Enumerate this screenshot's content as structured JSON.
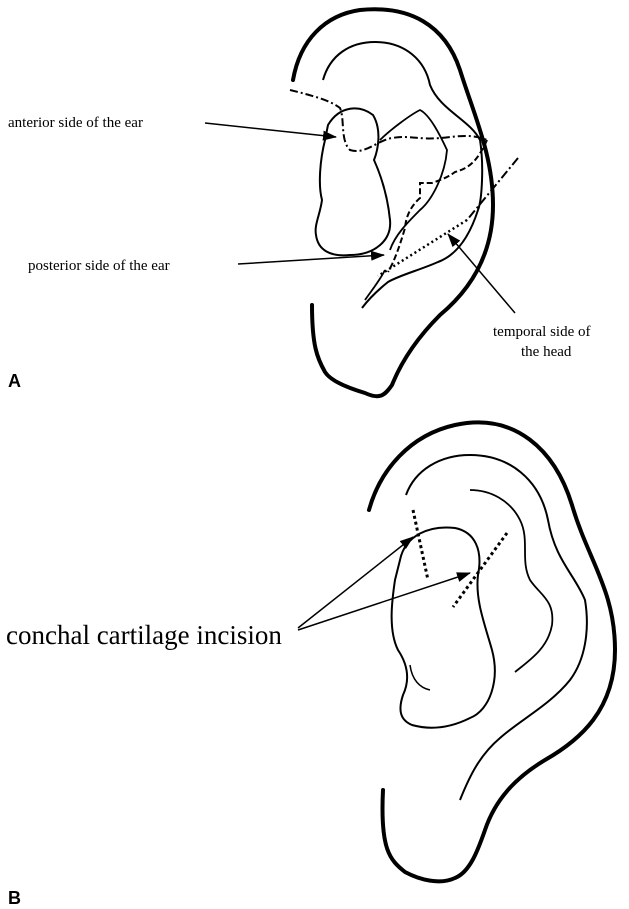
{
  "panel_a": {
    "letter": "A",
    "labels": {
      "anterior": "anterior side of the ear",
      "posterior": "posterior side of the ear",
      "temporal_line1": "temporal side of",
      "temporal_line2": "the head"
    }
  },
  "panel_b": {
    "letter": "B",
    "labels": {
      "incision": "conchal cartilage incision"
    }
  },
  "colors": {
    "ink": "#000000",
    "background": "#ffffff"
  }
}
